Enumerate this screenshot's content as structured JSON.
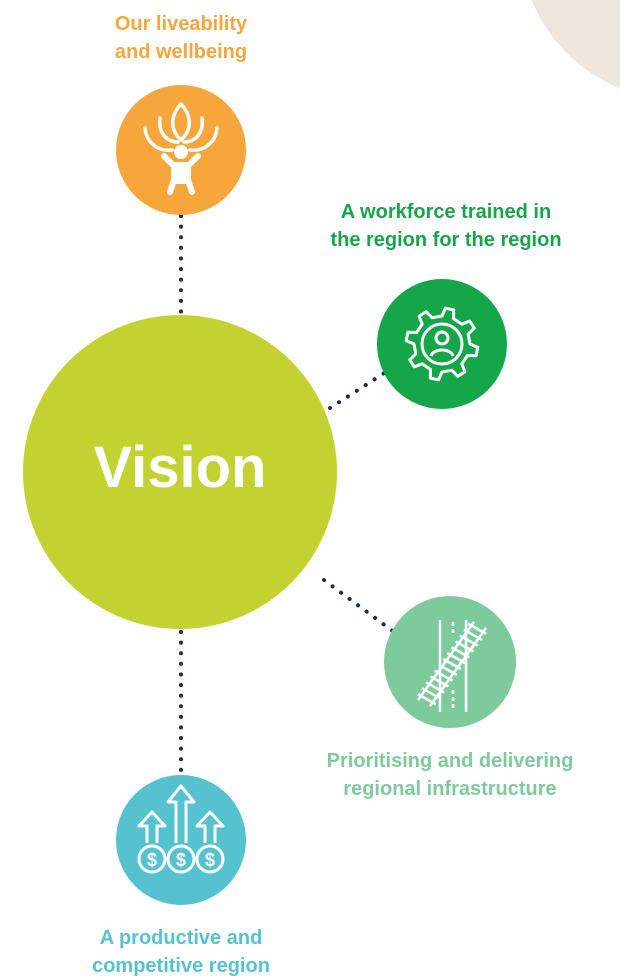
{
  "vision": {
    "label": "Vision",
    "color": "#c2d331"
  },
  "background_shape_color": "#ece6dc",
  "connector_color": "#1f2a44",
  "nodes": [
    {
      "id": "liveability",
      "label_lines": [
        "Our liveability",
        "and wellbeing"
      ],
      "color": "#f6a63a",
      "label_color": "#f6a63a",
      "icon": "person-lotus-icon"
    },
    {
      "id": "workforce",
      "label_lines": [
        "A workforce trained in",
        "the region for the region"
      ],
      "color": "#15a649",
      "label_color": "#15a649",
      "icon": "gear-person-icon"
    },
    {
      "id": "infrastructure",
      "label_lines": [
        "Prioritising and delivering",
        "regional infrastructure"
      ],
      "color": "#7dcb9c",
      "label_color": "#7dcb9c",
      "icon": "road-rail-icon"
    },
    {
      "id": "productive",
      "label_lines": [
        "A productive and",
        "competitive region"
      ],
      "color": "#56c2d0",
      "label_color": "#56c2d0",
      "icon": "growth-dollars-icon"
    }
  ]
}
